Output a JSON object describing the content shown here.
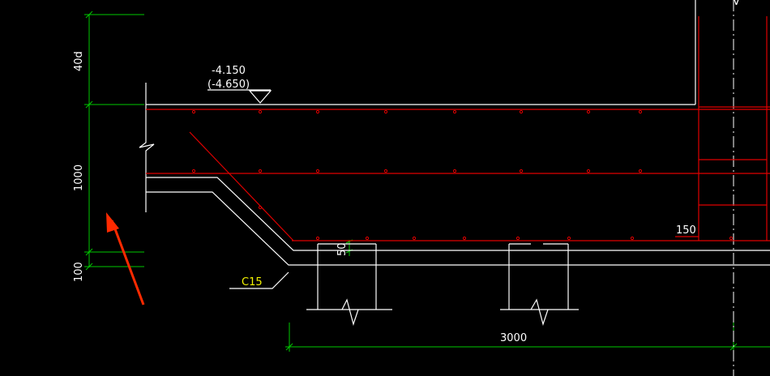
{
  "drawing": {
    "level_top": "-4.150",
    "level_bottom": "(-4.650)",
    "label_c15": "C15",
    "dim_3000": "3000",
    "dim_150": "150",
    "dim_50": "50",
    "dim_40d": "40d",
    "dim_1000": "1000",
    "dim_100": "100",
    "dim_v": "V"
  },
  "colors": {
    "background": "#000000",
    "structure": "#ffffff",
    "rebar": "#e00000",
    "dimension": "#00c800",
    "annotation_arrow": "#ff2a00",
    "text": "#ffffff",
    "label": "#f2f200"
  }
}
